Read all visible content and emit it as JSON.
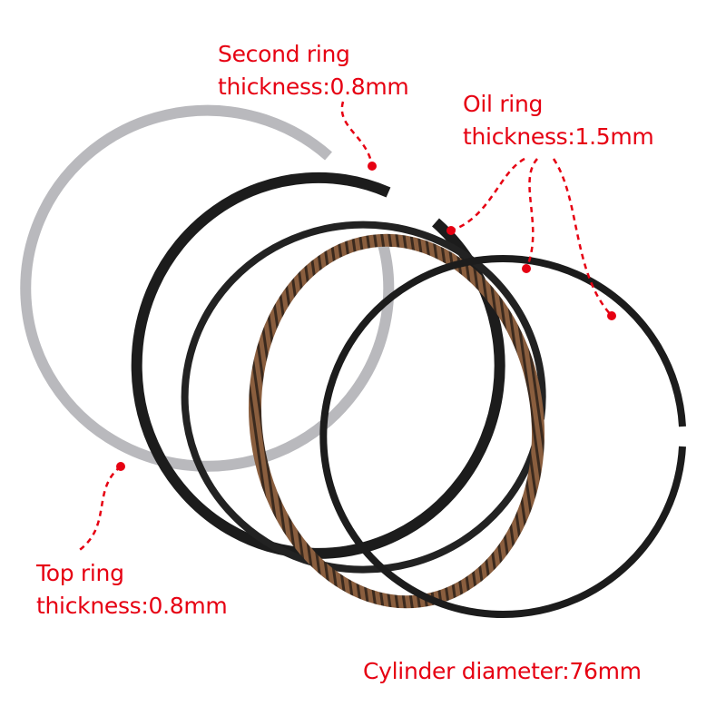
{
  "colors": {
    "annotation": "#e60012",
    "top_ring": "#b8b8bc",
    "black_ring": "#1a1a1a",
    "oil_ring": "#7a5236"
  },
  "labels": {
    "second_ring": {
      "line1": "Second ring",
      "line2": "thickness:0.8mm"
    },
    "oil_ring": {
      "line1": "Oil ring",
      "line2": "thickness:1.5mm"
    },
    "top_ring": {
      "line1": "Top ring",
      "line2": "thickness:0.8mm"
    },
    "cylinder": {
      "text": "Cylinder diameter:76mm"
    }
  }
}
